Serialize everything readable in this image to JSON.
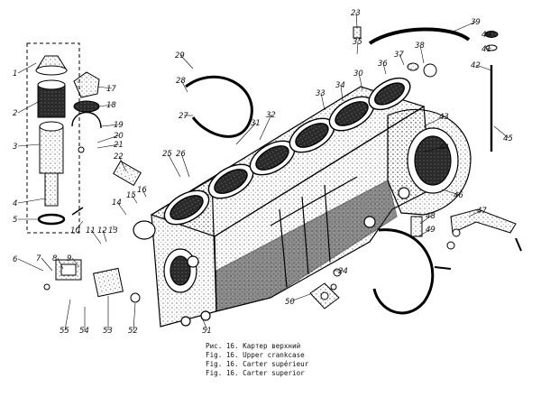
{
  "caption": {
    "lines": [
      "Рис. 16. Картер верхний",
      "Fig. 16. Upper crankcase",
      "Fig. 16. Carter supérieur",
      "Fig. 16. Carter superior"
    ]
  },
  "callouts": [
    {
      "label": "1"
    },
    {
      "label": "2"
    },
    {
      "label": "3"
    },
    {
      "label": "4"
    },
    {
      "label": "5"
    },
    {
      "label": "6"
    },
    {
      "label": "7"
    },
    {
      "label": "8"
    },
    {
      "label": "9"
    },
    {
      "label": "10"
    },
    {
      "label": "11"
    },
    {
      "label": "12"
    },
    {
      "label": "13"
    },
    {
      "label": "14"
    },
    {
      "label": "15"
    },
    {
      "label": "16"
    },
    {
      "label": "17"
    },
    {
      "label": "18"
    },
    {
      "label": "19"
    },
    {
      "label": "20"
    },
    {
      "label": "21"
    },
    {
      "label": "22"
    },
    {
      "label": "23"
    },
    {
      "label": "24"
    },
    {
      "label": "25"
    },
    {
      "label": "26"
    },
    {
      "label": "27"
    },
    {
      "label": "28"
    },
    {
      "label": "29"
    },
    {
      "label": "30"
    },
    {
      "label": "31"
    },
    {
      "label": "32"
    },
    {
      "label": "33"
    },
    {
      "label": "34"
    },
    {
      "label": "35"
    },
    {
      "label": "36"
    },
    {
      "label": "37"
    },
    {
      "label": "38"
    },
    {
      "label": "39"
    },
    {
      "label": "40"
    },
    {
      "label": "41"
    },
    {
      "label": "42"
    },
    {
      "label": "43"
    },
    {
      "label": "44"
    },
    {
      "label": "45"
    },
    {
      "label": "46"
    },
    {
      "label": "47"
    },
    {
      "label": "48"
    },
    {
      "label": "49"
    },
    {
      "label": "50"
    },
    {
      "label": "51"
    },
    {
      "label": "52"
    },
    {
      "label": "53"
    },
    {
      "label": "54"
    },
    {
      "label": "55"
    }
  ]
}
